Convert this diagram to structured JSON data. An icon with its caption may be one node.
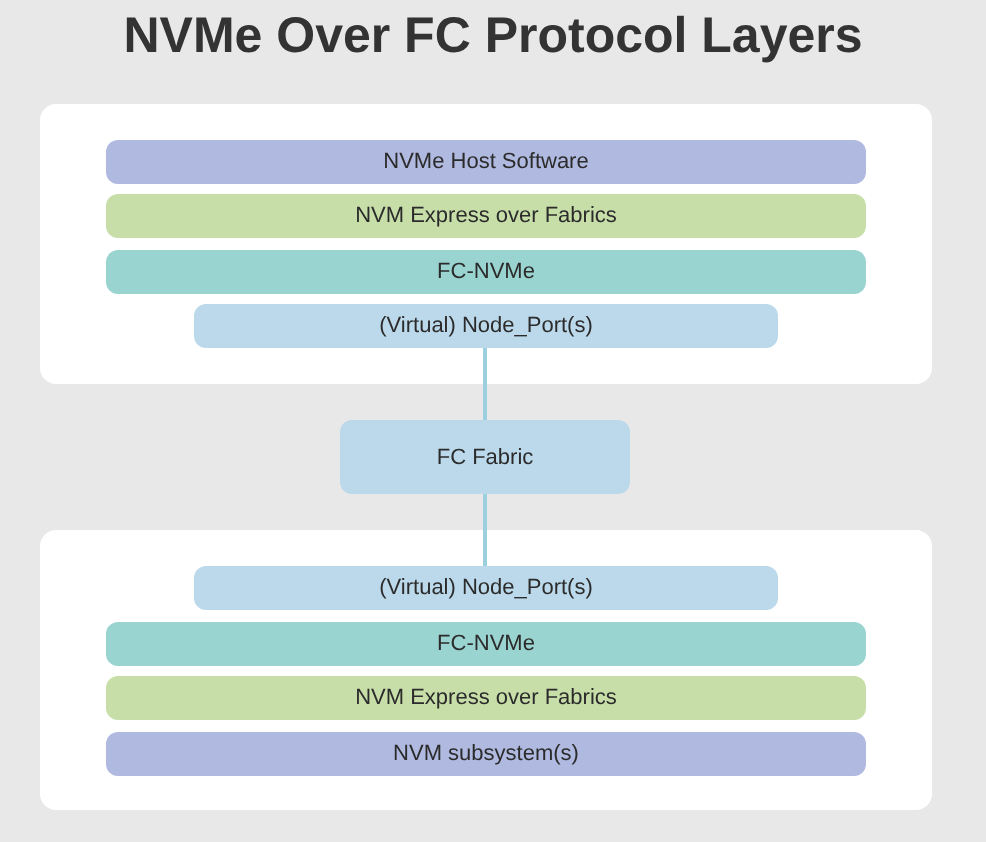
{
  "diagram": {
    "title": "NVMe Over FC Protocol Layers",
    "nodes": [
      {
        "text": [],
        "shape": "box"
      },
      {
        "text": [
          "NVMe Host Software"
        ],
        "in": 0
      },
      {
        "text": [
          "NVM Express over Fabrics"
        ],
        "in": 0
      },
      {
        "text": [
          "FC-NVMe"
        ],
        "in": 0
      },
      {
        "text": [
          "(Virtual) Node_Port(s)"
        ],
        "in": 0
      },
      {
        "text": [
          "FC Fabric"
        ]
      },
      {
        "text": [],
        "shape": "box"
      },
      {
        "text": [
          "(Virtual) Node_Port(s)"
        ],
        "in": 6
      },
      {
        "text": [
          "FC-NVMe"
        ],
        "in": 6
      },
      {
        "text": [
          "NVM Express over Fabrics"
        ],
        "in": 6
      },
      {
        "text": [
          "NVM subsystem(s)"
        ],
        "in": 6
      }
    ],
    "edges": [
      {
        "from": 4,
        "to": 5,
        "arrow": "none"
      },
      {
        "from": 5,
        "to": 7,
        "arrow": "none"
      }
    ]
  }
}
